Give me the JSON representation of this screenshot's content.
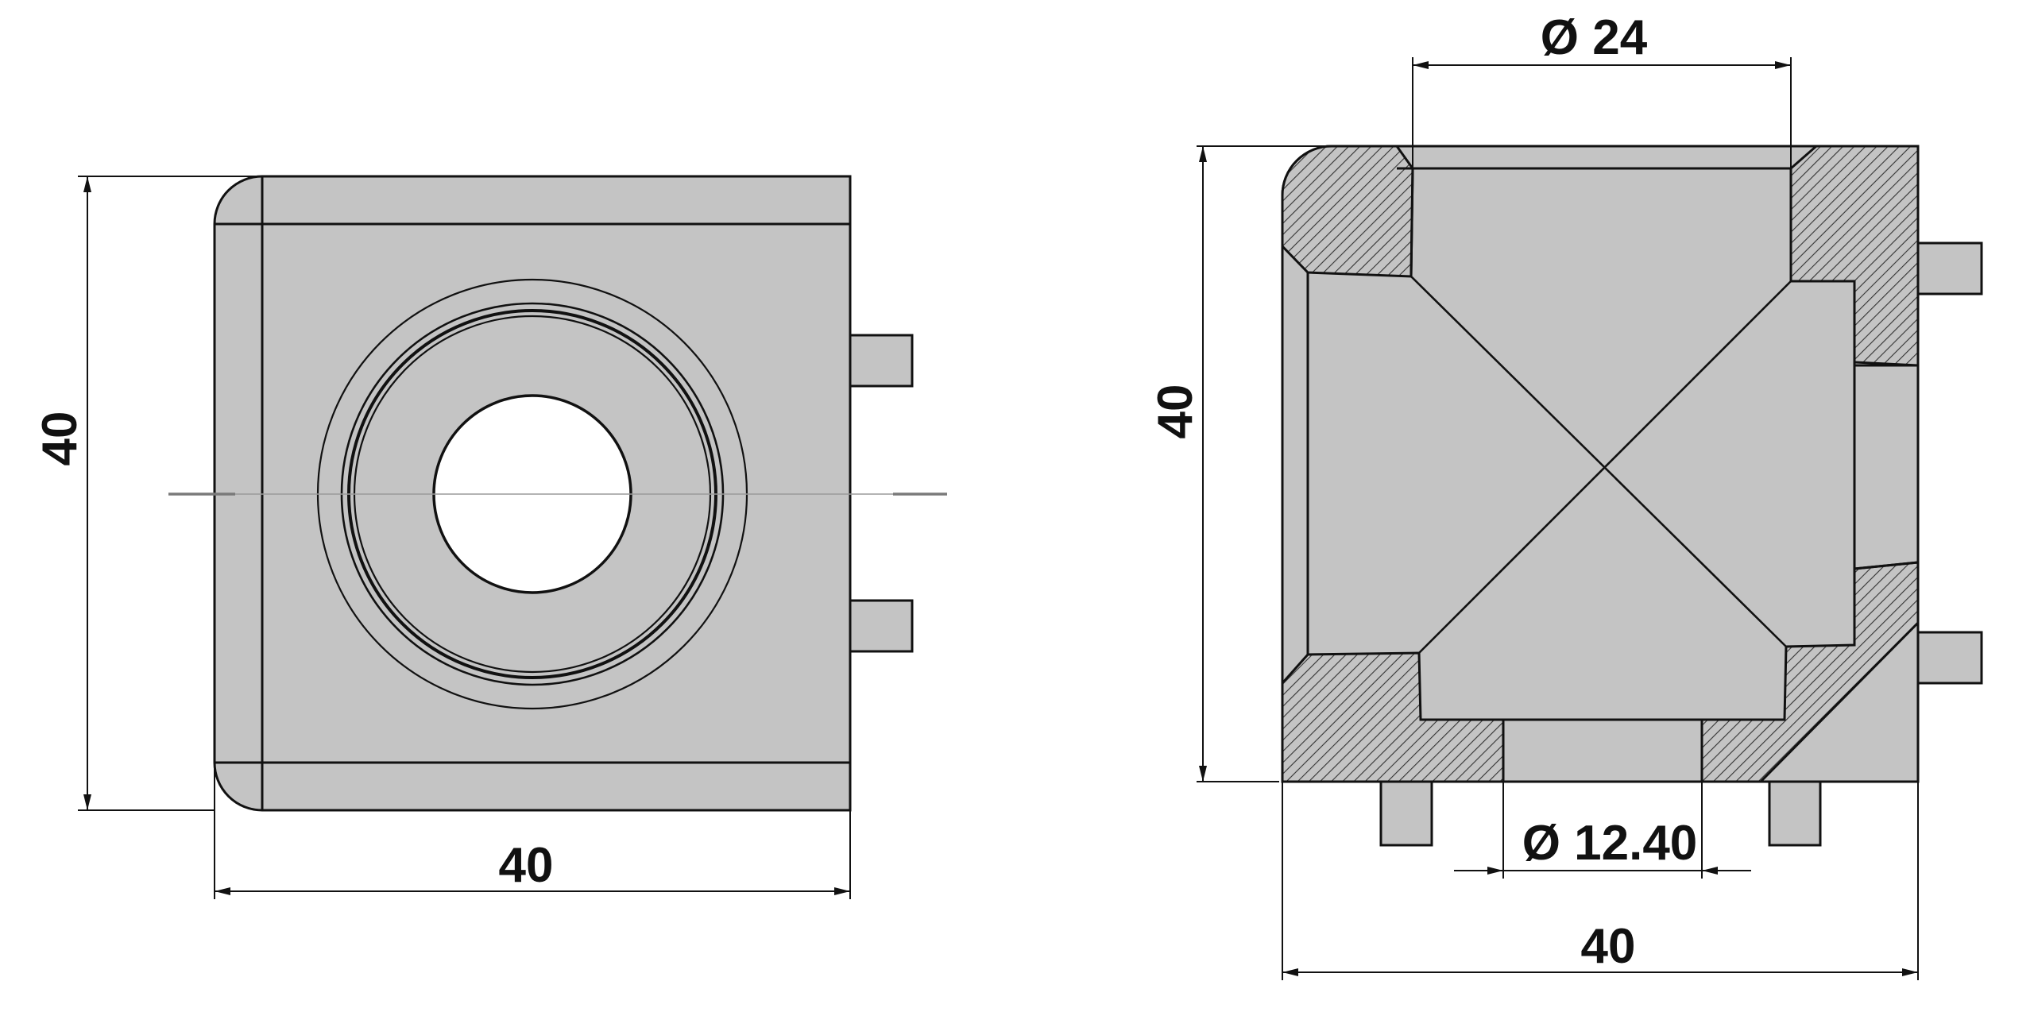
{
  "drawing": {
    "front_view": {
      "height_dim": "40",
      "width_dim": "40"
    },
    "section_view": {
      "height_dim": "40",
      "width_dim": "40",
      "top_bore_dim": "Ø 24",
      "bottom_bore_dim": "Ø 12.40"
    },
    "colors": {
      "part_fill": "#c4c4c4",
      "line": "#111111",
      "hatch": "#333333",
      "centerline": "#8a8a8a",
      "background": "#ffffff"
    }
  }
}
